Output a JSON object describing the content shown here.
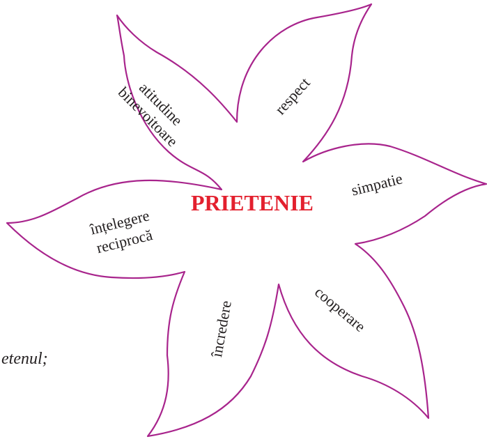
{
  "center": {
    "label": "PRIETENIE",
    "color": "#e3202e"
  },
  "outline_color": "#a8248c",
  "petals": [
    {
      "lines": [
        "atitudine",
        "binevoitoare"
      ]
    },
    {
      "lines": [
        "respect"
      ]
    },
    {
      "lines": [
        "simpatie"
      ]
    },
    {
      "lines": [
        "cooperare"
      ]
    },
    {
      "lines": [
        "încredere"
      ]
    },
    {
      "lines": [
        "înțelegere",
        "reciprocă"
      ]
    }
  ],
  "fragment": {
    "text": "etenul;"
  }
}
